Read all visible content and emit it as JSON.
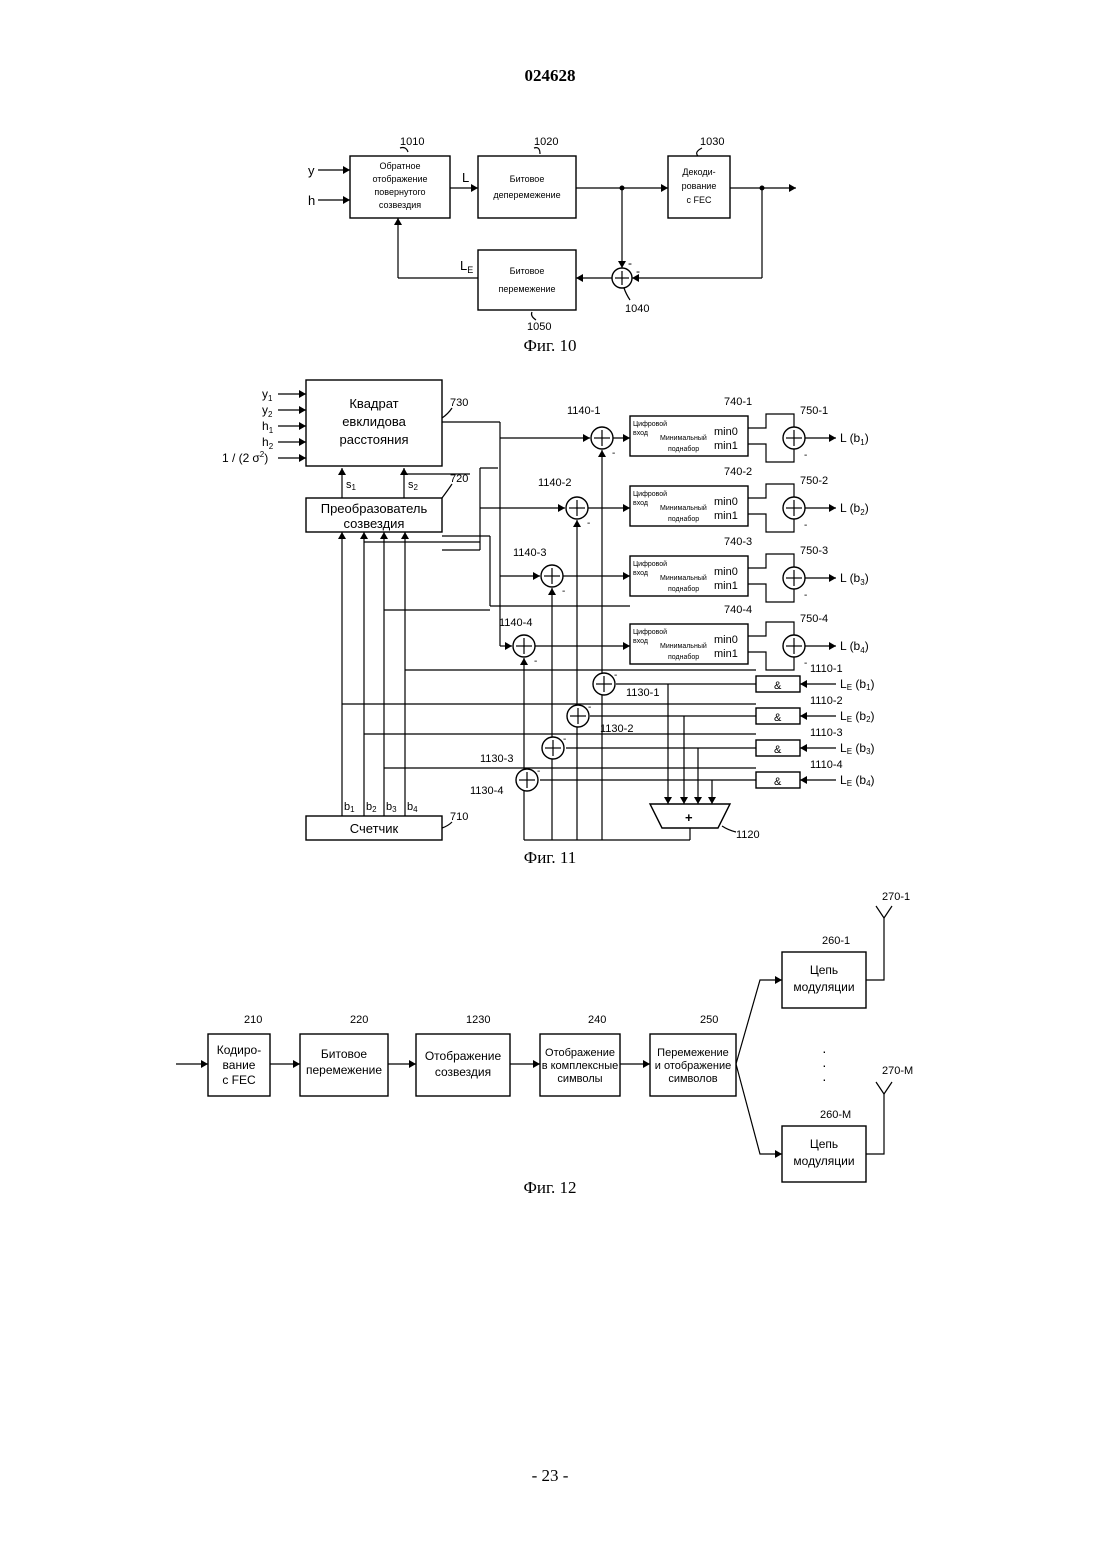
{
  "header": {
    "doc_number": "024628"
  },
  "fig10": {
    "caption": "Фиг. 10",
    "inputs": {
      "y": "y",
      "h": "h"
    },
    "labels": {
      "L": "L",
      "LE": "L",
      "LE_sub": "E",
      "minus_top": "-",
      "minus_right": "-"
    },
    "blocks": {
      "b1010": {
        "ref": "1010",
        "lines": [
          "Обратное",
          "отображение",
          "повернутого",
          "созвездия"
        ]
      },
      "b1020": {
        "ref": "1020",
        "lines": [
          "Битовое",
          "деперемежение"
        ]
      },
      "b1030": {
        "ref": "1030",
        "lines": [
          "Декоди-",
          "рование",
          "с FEC"
        ]
      },
      "b1050": {
        "ref": "1050",
        "lines": [
          "Битовое",
          "перемежение"
        ]
      },
      "b1040": {
        "ref": "1040"
      }
    }
  },
  "fig11": {
    "caption": "Фиг. 11",
    "inputs": [
      "y1",
      "y2",
      "h1",
      "h2",
      "1/(2σ²)"
    ],
    "inputs_display": {
      "y1": {
        "base": "y",
        "sub": "1"
      },
      "y2": {
        "base": "y",
        "sub": "2"
      },
      "h1": {
        "base": "h",
        "sub": "1"
      },
      "h2": {
        "base": "h",
        "sub": "2"
      },
      "sigma": {
        "a": "1 / (2",
        "sym": "σ",
        "sup": "2",
        "b": ")"
      }
    },
    "block730": {
      "ref": "730",
      "lines": [
        "Квадрат",
        "евклидова",
        "расстояния"
      ]
    },
    "block720": {
      "ref": "720",
      "lines": [
        "Преобразователь",
        "созвездия"
      ]
    },
    "s_labels": [
      "s1",
      "s2"
    ],
    "s_display": {
      "s1": {
        "base": "s",
        "sub": "1"
      },
      "s2": {
        "base": "s",
        "sub": "2"
      }
    },
    "block710": {
      "ref": "710",
      "label": "Счетчик"
    },
    "counter_bits": [
      {
        "base": "b",
        "sub": "1"
      },
      {
        "base": "b",
        "sub": "2"
      },
      {
        "base": "b",
        "sub": "3"
      },
      {
        "base": "b",
        "sub": "4"
      }
    ],
    "min_blocks": {
      "digital_input": [
        "Цифровой",
        "вход"
      ],
      "subset": [
        "Минимальный",
        "поднабор"
      ],
      "min0": "min0",
      "min1": "min1"
    },
    "adder_1140": [
      "1140-1",
      "1140-2",
      "1140-3",
      "1140-4"
    ],
    "block_740": [
      "740-1",
      "740-2",
      "740-3",
      "740-4"
    ],
    "adder_750": [
      "750-1",
      "750-2",
      "750-3",
      "750-4"
    ],
    "outputs": [
      {
        "text": "L (b",
        "sub": "1",
        "end": ")"
      },
      {
        "text": "L (b",
        "sub": "2",
        "end": ")"
      },
      {
        "text": "L (b",
        "sub": "3",
        "end": ")"
      },
      {
        "text": "L (b",
        "sub": "4",
        "end": ")"
      }
    ],
    "and_gates": {
      "symbol": "&",
      "refs": [
        "1110-1",
        "1110-2",
        "1110-3",
        "1110-4"
      ]
    },
    "extrinsic_inputs": [
      {
        "text": "L",
        "sub": "E",
        "b": "b",
        "bsub": "1"
      },
      {
        "text": "L",
        "sub": "E",
        "b": "b",
        "bsub": "2"
      },
      {
        "text": "L",
        "sub": "E",
        "b": "b",
        "bsub": "3"
      },
      {
        "text": "L",
        "sub": "E",
        "b": "b",
        "bsub": "4"
      }
    ],
    "adder_1130": [
      "1130-1",
      "1130-2",
      "1130-3",
      "1130-4"
    ],
    "sum_block": {
      "ref": "1120",
      "symbol": "+"
    },
    "minus_sign": "-"
  },
  "fig12": {
    "caption": "Фиг. 12",
    "blocks": [
      {
        "ref": "210",
        "lines": [
          "Кодиро-",
          "вание",
          "с FEC"
        ]
      },
      {
        "ref": "220",
        "lines": [
          "Битовое",
          "перемежение"
        ]
      },
      {
        "ref": "1230",
        "lines": [
          "Отображение",
          "созвездия"
        ]
      },
      {
        "ref": "240",
        "lines": [
          "Отображение",
          "в комплексные",
          "символы"
        ]
      },
      {
        "ref": "250",
        "lines": [
          "Перемежение",
          "и отображение",
          "символов"
        ]
      }
    ],
    "mod_blocks": [
      {
        "ref": "260-1",
        "lines": [
          "Цепь",
          "модуляции"
        ]
      },
      {
        "ref": "260-M",
        "lines": [
          "Цепь",
          "модуляции"
        ]
      }
    ],
    "antennas": [
      "270-1",
      "270-M"
    ],
    "ellipsis": [
      "·",
      "·",
      "·"
    ]
  },
  "footer": {
    "page_number": "- 23 -"
  }
}
